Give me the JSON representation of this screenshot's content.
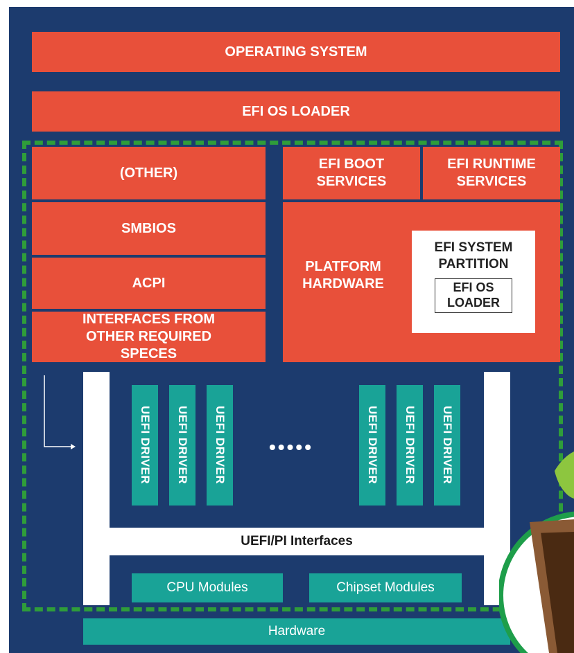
{
  "layers": {
    "operating_system": "OPERATING SYSTEM",
    "efi_os_loader": "EFI OS LOADER"
  },
  "left_stack": {
    "other": "(OTHER)",
    "smbios": "SMBIOS",
    "acpi": "ACPI",
    "interfaces": "INTERFACES FROM OTHER REQUIRED SPECES"
  },
  "right_stack": {
    "boot_services": "EFI BOOT SERVICES",
    "runtime_services": "EFI RUNTIME SERVICES",
    "platform_hardware": "PLATFORM HARDWARE",
    "system_partition": "EFI SYSTEM PARTITION",
    "partition_loader": "EFI OS LOADER"
  },
  "drivers": {
    "left": [
      "UEFI DRIVER",
      "UEFI DRIVER",
      "UEFI DRIVER"
    ],
    "ellipsis": "•••••",
    "right": [
      "UEFI DRIVER",
      "UEFI DRIVER",
      "UEFI DRIVER"
    ]
  },
  "interfaces_label": "UEFI/PI Interfaces",
  "modules": {
    "cpu": "CPU Modules",
    "chipset": "Chipset Modules"
  },
  "hardware": "Hardware",
  "colors": {
    "background": "#1c3b6e",
    "block_red": "#e8503a",
    "block_teal": "#19a397",
    "dashed_border": "#2f9d3a"
  }
}
